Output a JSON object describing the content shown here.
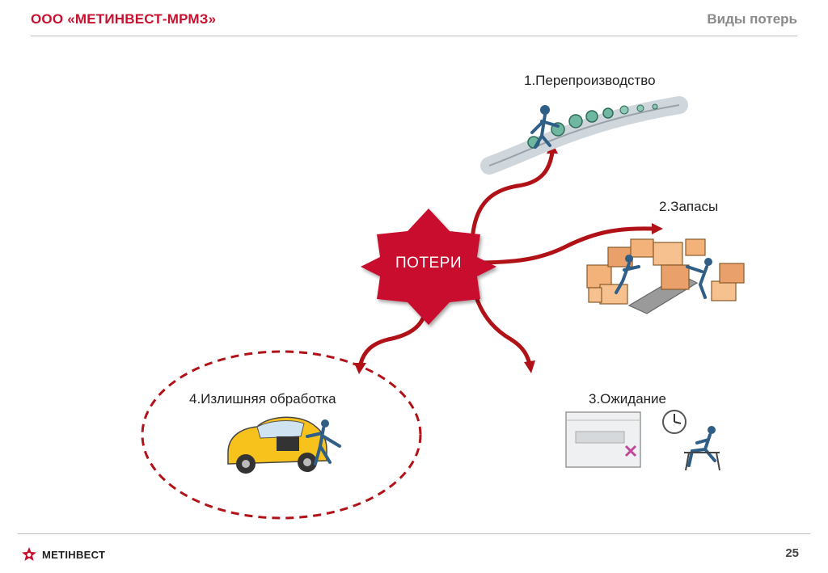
{
  "header": {
    "company": "ООО «МЕТИНВЕСТ-МРМЗ»",
    "title": "Виды потерь"
  },
  "diagram": {
    "center": "ПОТЕРИ",
    "items": [
      {
        "label": "1.Перепроизводство"
      },
      {
        "label": "2.Запасы"
      },
      {
        "label": "3.Ожидание"
      },
      {
        "label": "4.Излишняя обработка"
      }
    ]
  },
  "footer": {
    "logo_text": "МЕТІНВЕСТ",
    "page_number": "25"
  },
  "colors": {
    "accent": "#c8102e",
    "star": "#c8102e",
    "arrow": "#b11218",
    "title_gray": "#8a8a8a"
  },
  "icons": [
    "metinvest-logo-icon",
    "production-line-icon",
    "inventory-boxes-icon",
    "waiting-clock-icon",
    "car-repair-icon"
  ]
}
